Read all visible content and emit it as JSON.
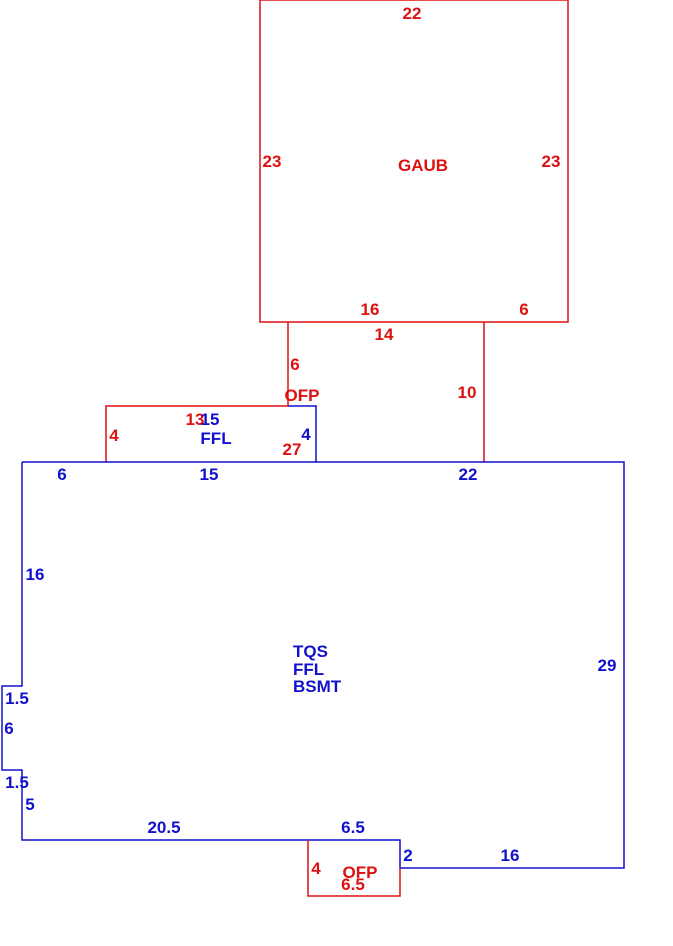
{
  "colors": {
    "red": "#dd1111",
    "blue": "#1111cc"
  },
  "areas": {
    "gaub": {
      "name": "GAUB",
      "dims": {
        "top": "22",
        "left": "23",
        "right": "23",
        "bottom_left": "16",
        "bottom_right": "6"
      }
    },
    "ofp_upper": {
      "name": "OFP",
      "dims": {
        "top": "14",
        "left": "6",
        "right": "10",
        "bottom_left": "13",
        "bottom_right": "27",
        "side": "4"
      }
    },
    "ffl_small": {
      "name": "FFL",
      "dims": {
        "top": "15",
        "bottom": "15",
        "right": "4"
      }
    },
    "main": {
      "name_lines": [
        "TQS",
        "FFL",
        "BSMT"
      ],
      "dims": {
        "top_left": "6",
        "top_right": "22",
        "left_upper": "16",
        "right": "29",
        "notch_top": "1.5",
        "notch_side": "6",
        "notch_bottom": "1.5",
        "left_lower": "5",
        "bottom_left": "20.5",
        "bottom_mid": "6.5",
        "step": "2",
        "bottom_right": "16"
      }
    },
    "ofp_lower": {
      "name": "OFP",
      "dims": {
        "side": "4",
        "bottom": "6.5"
      }
    }
  }
}
